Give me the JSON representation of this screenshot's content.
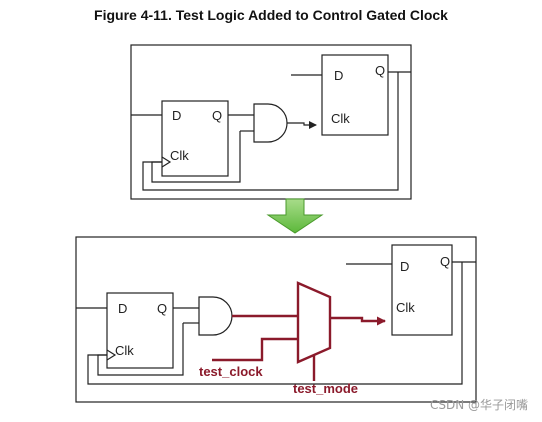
{
  "figure": {
    "title": "Figure 4-11. Test Logic Added to Control Gated Clock"
  },
  "top_circuit": {
    "ff1": {
      "d": "D",
      "q": "Q",
      "clk": "Clk"
    },
    "ff2": {
      "d": "D",
      "q": "Q",
      "clk": "Clk"
    }
  },
  "arrow": {
    "color": "#6cc04a"
  },
  "bottom_circuit": {
    "ff1": {
      "d": "D",
      "q": "Q",
      "clk": "Clk"
    },
    "ff2": {
      "d": "D",
      "q": "Q",
      "clk": "Clk"
    },
    "test_clock": "test_clock",
    "test_mode": "test_mode",
    "added_logic_color": "#8b1a2b"
  },
  "watermark": "CSDN @华子闭嘴"
}
